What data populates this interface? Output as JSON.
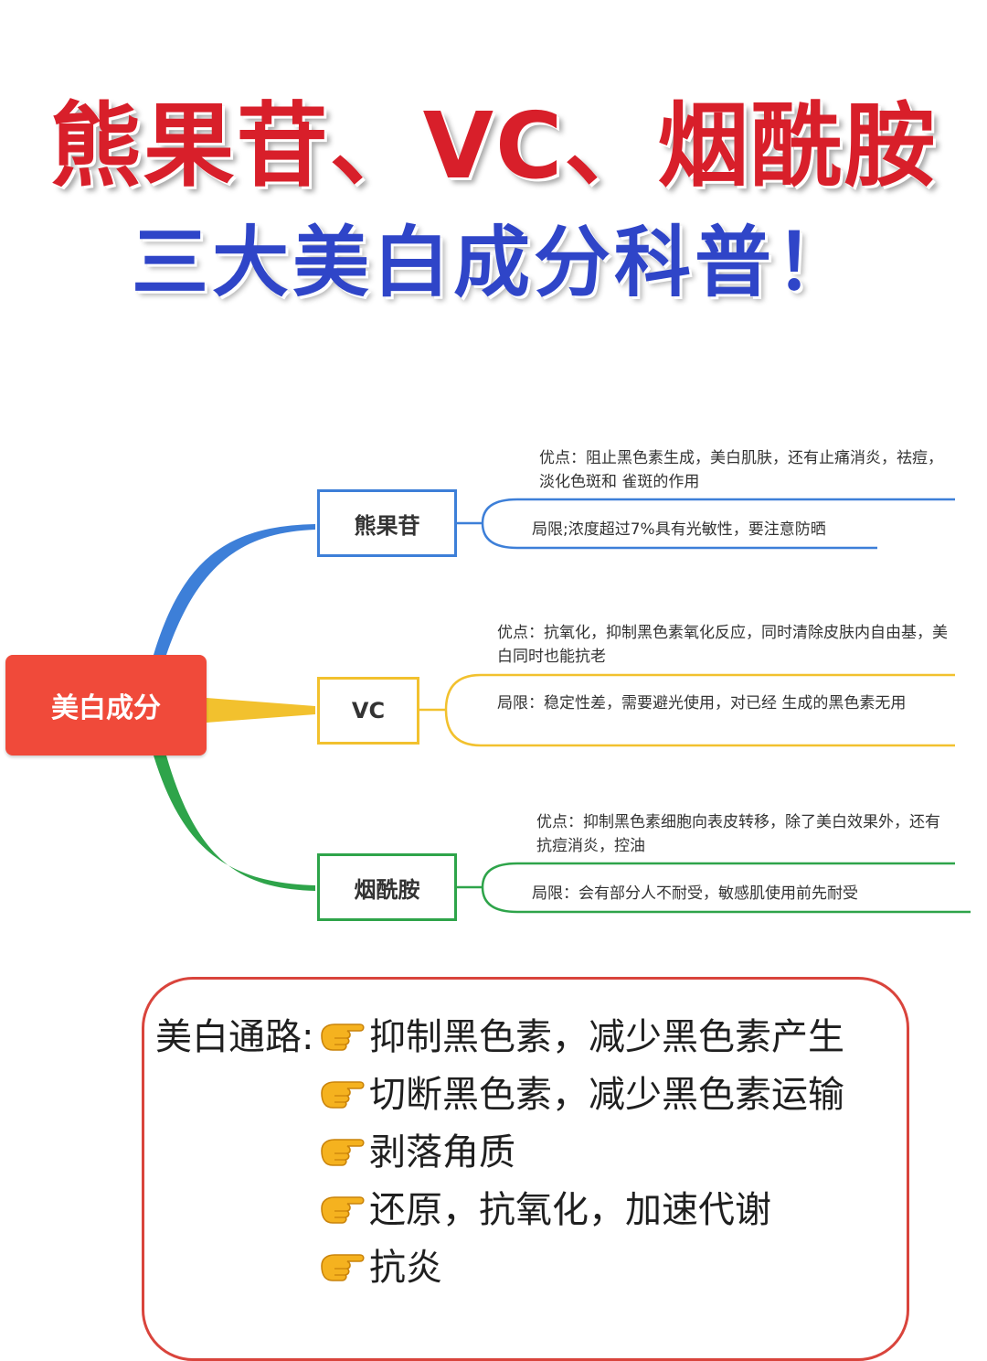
{
  "title": {
    "main": "熊果苷、VC、烟酰胺",
    "sub": "三大美白成分科普！"
  },
  "mindmap": {
    "root": "美白成分",
    "branches": [
      {
        "label": "熊果苷",
        "color": "#3d7fd8",
        "pros": "优点：阻止黑色素生成，美白肌肤，还有止痛消炎，祛痘，淡化色斑和 雀斑的作用",
        "cons": "局限;浓度超过7%具有光敏性，要注意防晒"
      },
      {
        "label": "VC",
        "color": "#f2c12e",
        "pros": "优点：抗氧化，抑制黑色素氧化反应，同时清除皮肤内自由基，美白同时也能抗老",
        "cons": "局限：稳定性差，需要避光使用，对已经 生成的黑色素无用"
      },
      {
        "label": "烟酰胺",
        "color": "#2ea44a",
        "pros": "优点：抑制黑色素细胞向表皮转移，除了美白效果外，还有抗痘消炎，控油",
        "cons": "局限：会有部分人不耐受，敏感肌使用前先耐受"
      }
    ]
  },
  "pathways": {
    "label": "美白通路:",
    "accent_color": "#d9443c",
    "icon": "pointing-hand-icon",
    "items": [
      "抑制黑色素，减少黑色素产生",
      "切断黑色素，减少黑色素运输",
      "剥落角质",
      "还原，抗氧化，加速代谢",
      "抗炎"
    ]
  }
}
